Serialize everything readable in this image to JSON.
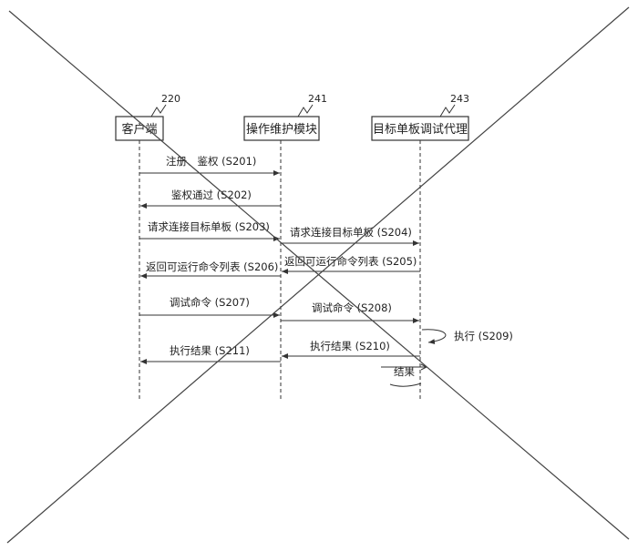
{
  "participants": [
    {
      "id": "client",
      "name": "客户端",
      "ref": "220"
    },
    {
      "id": "om",
      "name": "操作维护模块",
      "ref": "241"
    },
    {
      "id": "agent",
      "name": "目标单板调试代理",
      "ref": "243"
    }
  ],
  "messages": [
    {
      "label": "注册、鉴权 (S201)"
    },
    {
      "label": "鉴权通过 (S202)"
    },
    {
      "label": "请求连接目标单板 (S203)"
    },
    {
      "label": "请求连接目标单板 (S204)"
    },
    {
      "label": "返回可运行命令列表 (S205)"
    },
    {
      "label": "返回可运行命令列表 (S206)"
    },
    {
      "label": "调试命令 (S207)"
    },
    {
      "label": "调试命令 (S208)"
    },
    {
      "label": "执行 (S209)"
    },
    {
      "label": "执行结果 (S210)"
    },
    {
      "label": "执行结果 (S211)"
    },
    {
      "label": "结果"
    }
  ],
  "colors": {
    "line": "#333333",
    "cross": "#444444",
    "background": "#ffffff"
  }
}
